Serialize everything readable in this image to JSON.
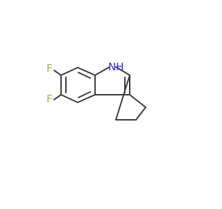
{
  "molecule": {
    "atoms": {
      "fluorine_top": "F",
      "fluorine_bottom": "F",
      "amine": "NH"
    },
    "colors": {
      "bond": "#3b3b3b",
      "fluorine": "#8fc13f",
      "nitrogen": "#2a2aff"
    }
  }
}
